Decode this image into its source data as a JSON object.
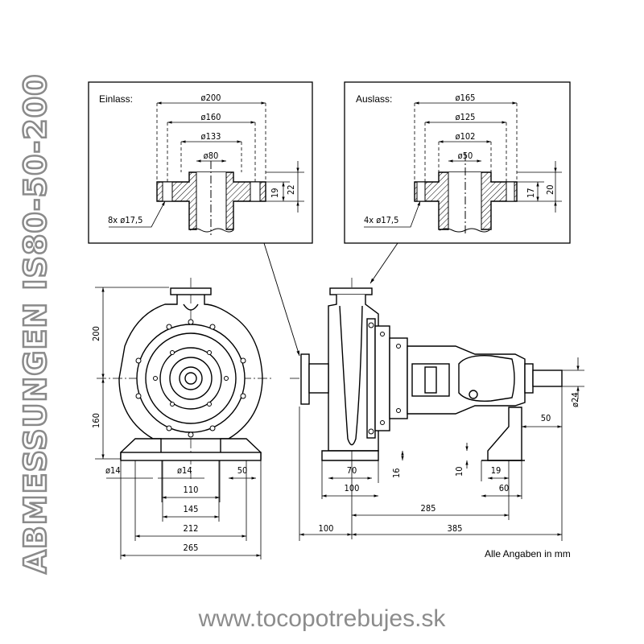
{
  "title": "ABMESSUNGEN IS80-50-200",
  "inlet": {
    "label": "Einlass:",
    "d_outer": "ø200",
    "d_bolt": "ø160",
    "d_face": "ø133",
    "d_bore": "ø80",
    "h_flange": "19",
    "h_total": "22",
    "holes": "8x ø17,5"
  },
  "outlet": {
    "label": "Auslass:",
    "d_outer": "ø165",
    "d_bolt": "ø125",
    "d_face": "ø102",
    "d_bore": "ø50",
    "h_flange": "17",
    "h_total": "20",
    "holes": "4x ø17,5"
  },
  "front_view": {
    "h_top": "200",
    "h_bottom": "160",
    "d_hole_left": "ø14",
    "d_hole_mid": "ø14",
    "w_foot": "50",
    "w_110": "110",
    "w_145": "145",
    "w_212": "212",
    "w_265": "265"
  },
  "side_view": {
    "w_70": "70",
    "w_100a": "100",
    "h_16": "16",
    "h_10": "10",
    "w_19": "19",
    "w_60": "60",
    "w_50": "50",
    "d_shaft": "ø24",
    "w_285": "285",
    "w_100b": "100",
    "w_385": "385"
  },
  "units_note": "Alle Angaben in mm",
  "footer_url": "www.tocopotrebujes.sk"
}
